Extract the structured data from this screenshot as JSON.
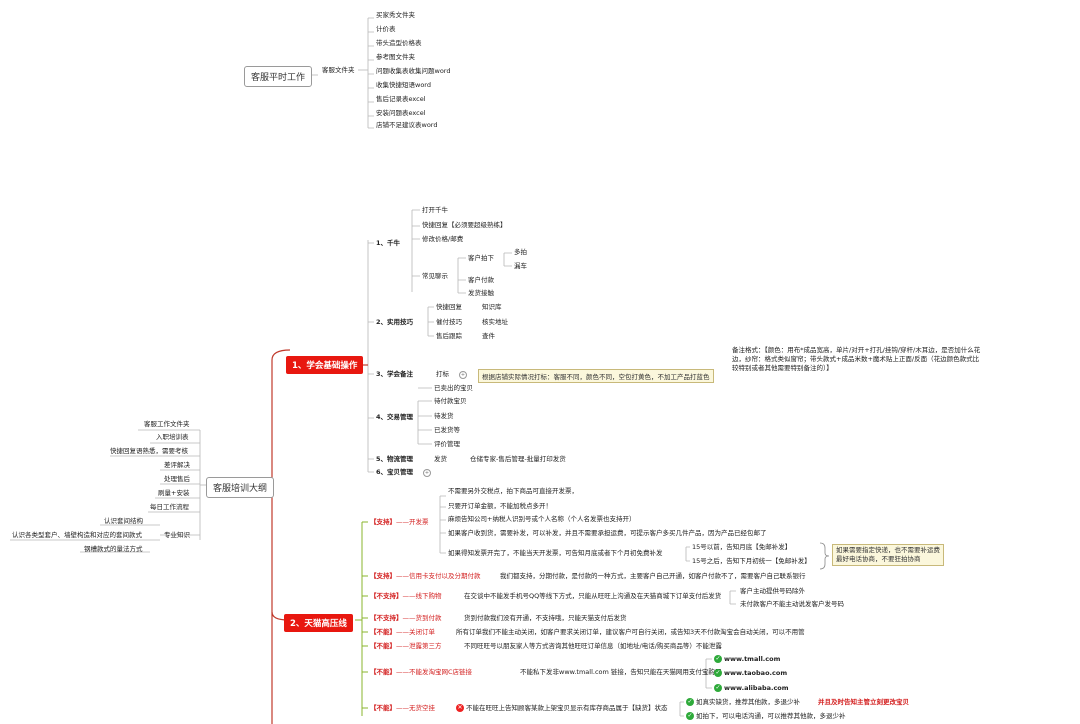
{
  "top": {
    "root": "客服平时工作",
    "branch": "客服文件夹",
    "items": [
      "买家秀文件夹",
      "计价表",
      "带头造型价格表",
      "参考图文件夹",
      "问题收集表收集问题word",
      "收集快捷短语word",
      "售后记录表excel",
      "安装问题表excel",
      "店铺不足建议表word"
    ]
  },
  "left": {
    "root": "客服培训大纲",
    "items": [
      "客服工作文件夹",
      "入职培训表",
      "快捷回复语熟悉，需要考核",
      "差评解决",
      "处理售后",
      "刷量+安装",
      "每日工作流程",
      "认识套间结构",
      "认识各类型套户、墙壁构造和对应的套间款式",
      "钢槽款式的量法方式"
    ],
    "zhuanye": "专业知识"
  },
  "s1": {
    "title": "1、学会基础操作",
    "qn": {
      "label": "1、千牛",
      "items": [
        "打开千牛",
        "快捷回复【必须要超级熟练】",
        "修改价格/邮费"
      ],
      "cjjs": "常见聊示",
      "kehupaixia": "客户拍下",
      "duopai": "多拍",
      "louche": "漏车",
      "kehufukuan": "客户付款",
      "fahuojiechu": "发货接触"
    },
    "syjq": {
      "label": "2、实用技巧",
      "rows": [
        [
          "快捷回复",
          "知识库"
        ],
        [
          "催付技巧",
          "核实地址"
        ],
        [
          "售后跟踪",
          "查件"
        ]
      ]
    },
    "bz": {
      "label": "3、学会备注",
      "dabiao": "打标",
      "note": "根据店铺实际情况打标：客服不同，颜色不同，空包打黄色，不加工产品打蓝色",
      "beizhu": "备注格式：【颜色：用布*成品宽高，单片/对开+打孔/挂钩/穿杆/木耳边，是否加什么花边，纱帘：格式类似窗帘；带头款式+成品米数+魔术贴上正面/反面（花边颜色款式比较特别或者其他需要特别备注的）】"
    },
    "jy": {
      "label": "4、交易管理",
      "items": [
        "已卖出的宝贝",
        "待付款宝贝",
        "待发货",
        "已发货等",
        "评价管理"
      ]
    },
    "wl": {
      "label": "5、物流管理",
      "fahuo": "发货",
      "desc": "仓储专家-售后管理-批量打印发货"
    },
    "bb": {
      "label": "6、宝贝管理"
    }
  },
  "s2": {
    "title": "2、天猫高压线",
    "rows": [
      {
        "tag": "【支持】",
        "topic": "——开发票"
      },
      {
        "tag": "【支持】",
        "topic": "——信用卡支付以及分期付款",
        "desc": "我们都支持，分期付款，是付款的一种方式，主要客户自己开通，如客户付款不了，需要客户自己联系银行"
      },
      {
        "tag": "【不支持】",
        "topic": "——线下购物",
        "desc": "在交谈中不能发手机号QQ等线下方式，只能从旺旺上沟通及在天猫商城下订单支付后发货"
      },
      {
        "tag": "【不支持】",
        "topic": "——货到付款",
        "desc": "货到付款我们没有开通，不支持哦，只能天猫支付后发货"
      },
      {
        "tag": "【不能】",
        "topic": "——关闭订单",
        "desc": "所有订单我们不能主动关闭，如客户要求关闭订单，建议客户可自行关闭，或告知3天不付款淘宝会自动关闭，可以不用管"
      },
      {
        "tag": "【不能】",
        "topic": "——泄露第三方",
        "desc": "不同旺旺号以朋友家人等方式咨询其他旺旺订单信息（如地址/电话/购买商品等）不能泄露"
      },
      {
        "tag": "【不能】",
        "topic": "——不能发淘宝网C店链接",
        "desc": "不能私下发非www.tmall.com 链接，告知只能在天猫网用支付宝购买"
      },
      {
        "tag": "【不能】",
        "topic": "——无货空挂"
      }
    ],
    "invoice": [
      "不需要另外交税点，拍下商品可直接开发票，",
      "只要开订单金额，不能加税点多开！",
      "麻烦告知公司+纳税人识别号或个人名称（个人名发票也支持开）",
      "如果客户收到货，需要补发，可以补发，并且不需要承担运费，可提示客户多买几件产品，因为产品已经包邮了",
      "如果得知发票开完了，不能当天开发票，可告知月底或者下个月初免费补发"
    ],
    "inv_sub": [
      "15号以前，告知月底【免邮补发】",
      "15号之后，告知下月初统一【免邮补发】"
    ],
    "inv_note": [
      "如果需要指定快递，也不需要补运费",
      "最好电话协商，不要狂拍协商"
    ],
    "offline_sub": [
      "客户主动提供号码除外",
      "未付款客户不能主动说发客户发号码"
    ],
    "links": [
      "www.tmall.com",
      "www.taobao.com",
      "www.alibaba.com"
    ],
    "kongua_desc": "不能在旺旺上告知顾客某款上架宝贝显示有库存商品属于【缺货】状态",
    "kongua_sub": [
      "如真实缺货，推荐其他款，多退少补",
      "如拍下，可以电话沟通，可以推荐其他款，多退少补"
    ],
    "kongua_red": "并且及时告知主管立刻更改宝贝"
  },
  "colors": {
    "accent": "#e8170f",
    "green_branch": "#8ab62c",
    "note_bg": "#fbf7dc"
  }
}
